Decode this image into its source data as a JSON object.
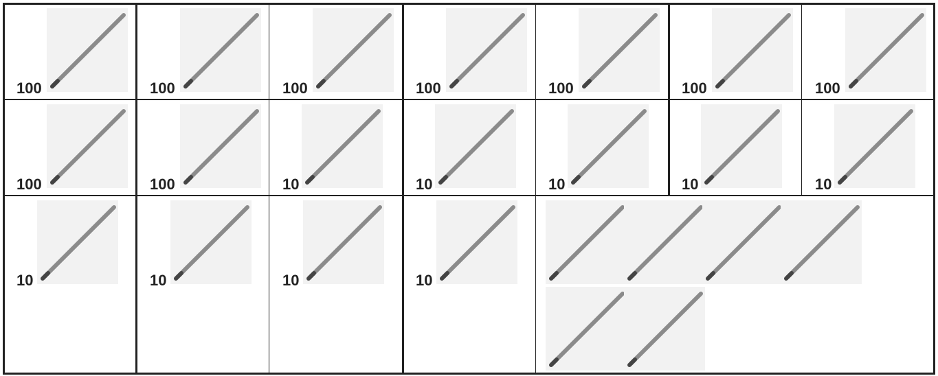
{
  "grid": {
    "rows": [
      {
        "cells": [
          {
            "count": "100"
          },
          {
            "count": "100"
          },
          {
            "count": "100"
          },
          {
            "count": "100"
          },
          {
            "count": "100"
          },
          {
            "count": "100"
          },
          {
            "count": "100"
          }
        ]
      },
      {
        "cells": [
          {
            "count": "100"
          },
          {
            "count": "100"
          },
          {
            "count": "10"
          },
          {
            "count": "10"
          },
          {
            "count": "10"
          },
          {
            "count": "10"
          },
          {
            "count": "10"
          }
        ]
      },
      {
        "cells": [
          {
            "count": "10"
          },
          {
            "count": "10"
          },
          {
            "count": "10"
          },
          {
            "count": "10"
          }
        ]
      }
    ],
    "unlabeled_group": {
      "tile_count": 6
    }
  },
  "icon": "pencil-icon",
  "colors": {
    "line": "#222222",
    "tile_bg": "#f2f2f2",
    "pencil": "#7a7a7a"
  }
}
